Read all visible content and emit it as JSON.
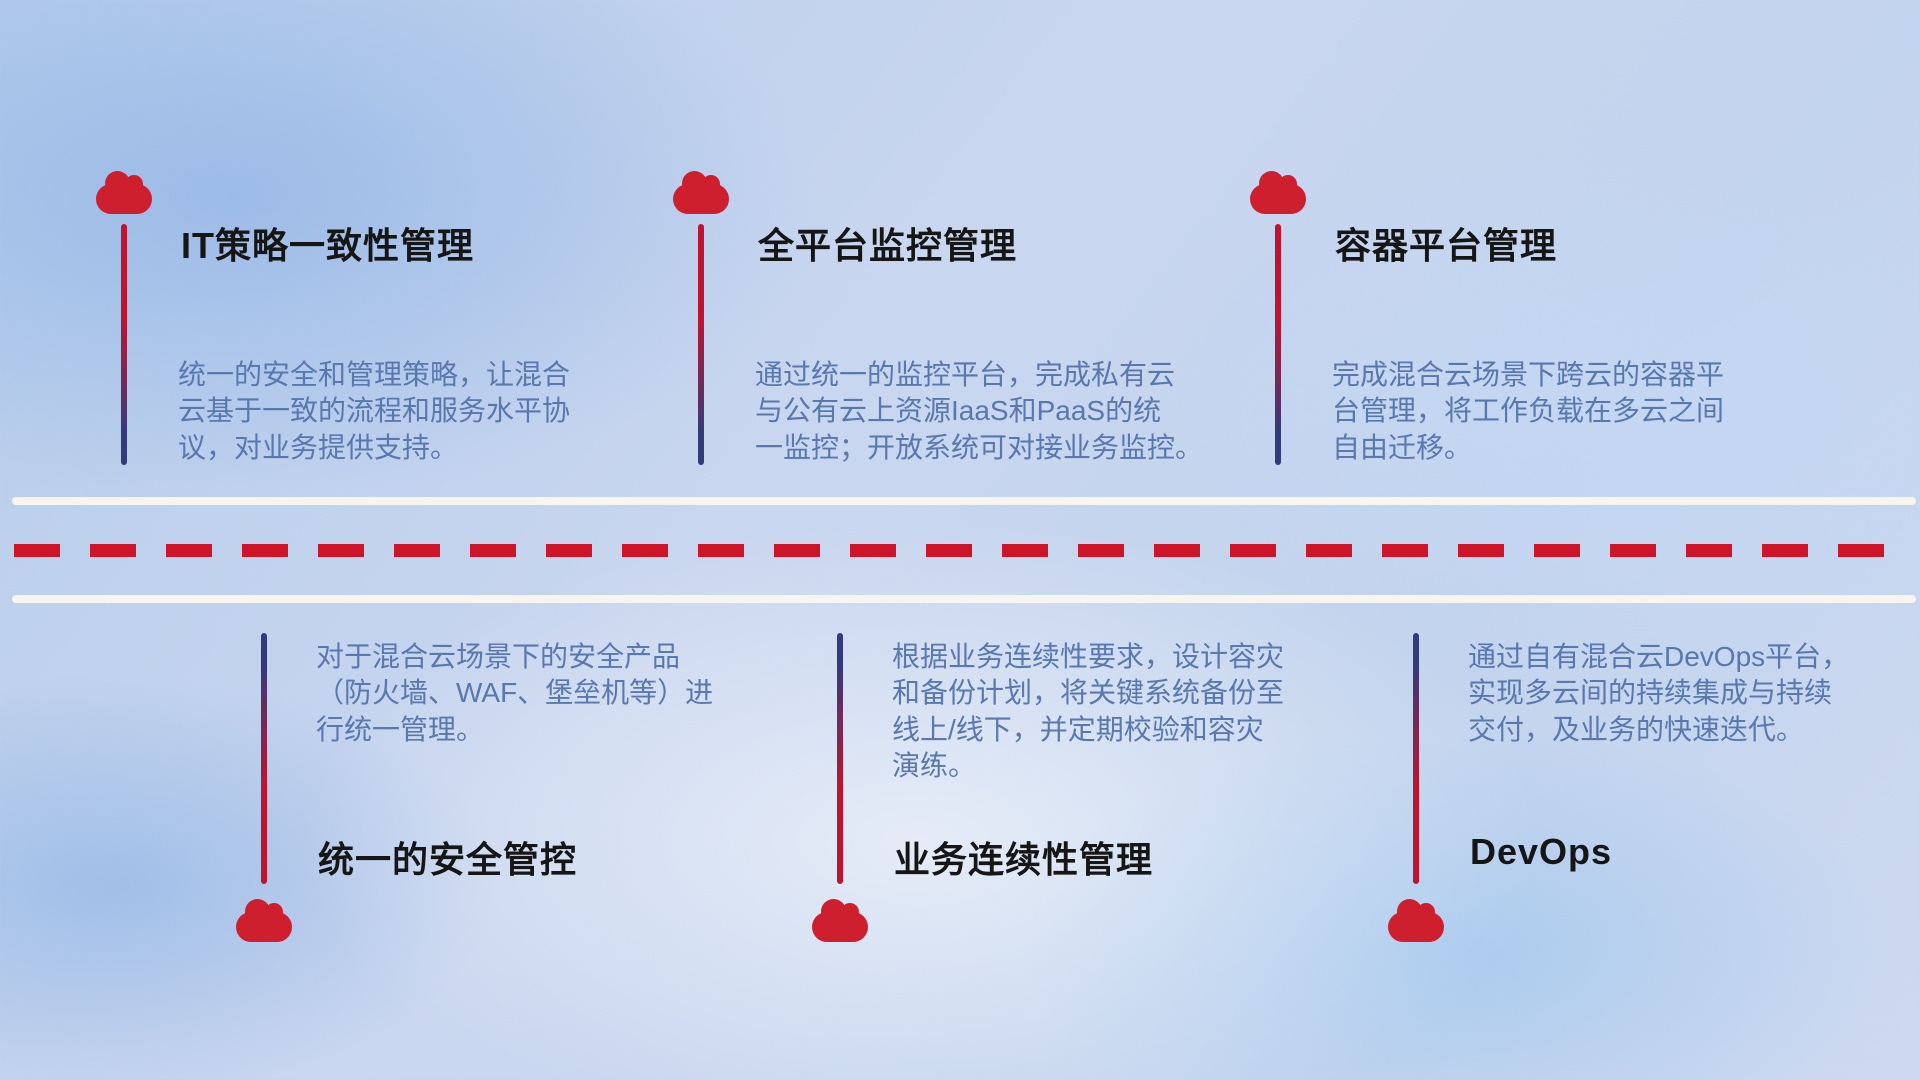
{
  "top_items": [
    {
      "icon": "cloud",
      "title": "IT策略一致性管理",
      "description": "统一的安全和管理策略，让混合\n云基于一致的流程和服务水平协\n议，对业务提供支持。"
    },
    {
      "icon": "cloud",
      "title": "全平台监控管理",
      "description": "通过统一的监控平台，完成私有云\n与公有云上资源IaaS和PaaS的统\n一监控；开放系统可对接业务监控。"
    },
    {
      "icon": "cloud",
      "title": "容器平台管理",
      "description": "完成混合云场景下跨云的容器平\n台管理，将工作负载在多云之间\n自由迁移。"
    }
  ],
  "bottom_items": [
    {
      "icon": "cloud",
      "title": "统一的安全管控",
      "description": "对于混合云场景下的安全产品\n（防火墙、WAF、堡垒机等）进\n行统一管理。"
    },
    {
      "icon": "cloud",
      "title": "业务连续性管理",
      "description": "根据业务连续性要求，设计容灾\n和备份计划，将关键系统备份至\n线上/线下，并定期校验和容灾\n演练。"
    },
    {
      "icon": "cloud",
      "title": "DevOps",
      "description": "通过自有混合云DevOps平台，\n实现多云间的持续集成与持续\n交付，及业务的快速迭代。"
    }
  ],
  "colors": {
    "cloud_red": "#ce1f2e",
    "line_red": "#c2132e",
    "line_navy": "#323b7c",
    "dash_red": "#ce1428",
    "road_white": "#f7f5f0",
    "title_color": "#161616",
    "description_color": "#5878ae",
    "background_blue": "#c3d4ee"
  }
}
